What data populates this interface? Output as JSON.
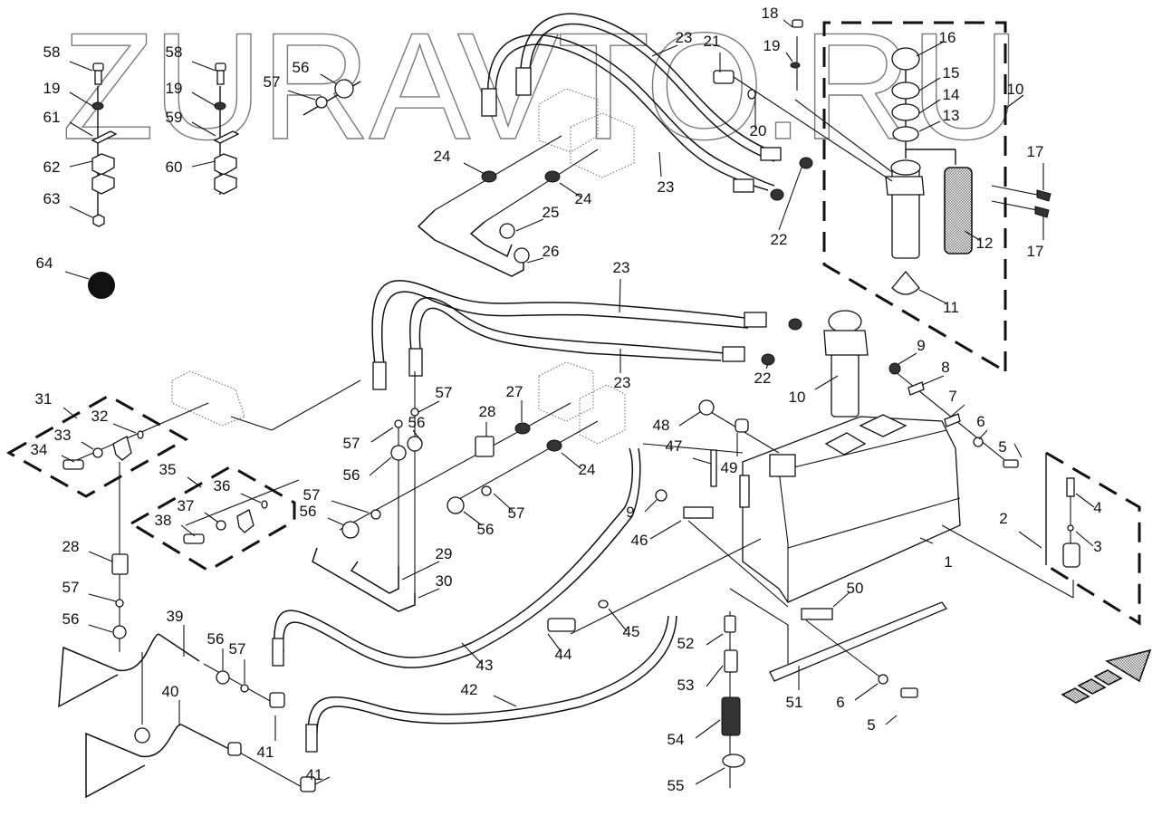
{
  "diagram": {
    "title": "Hydraulic system exploded parts diagram",
    "watermark": "ZURAVTO.RU",
    "direction_arrow": "forward-direction-arrow",
    "callouts": [
      {
        "id": "c1",
        "label": "1",
        "part": "hydraulic-tank"
      },
      {
        "id": "c2",
        "label": "2",
        "part": "drain-plug-kit"
      },
      {
        "id": "c3",
        "label": "3",
        "part": "washer"
      },
      {
        "id": "c4",
        "label": "4",
        "part": "screw"
      },
      {
        "id": "c5a",
        "label": "5",
        "part": "bolt"
      },
      {
        "id": "c5b",
        "label": "5",
        "part": "bolt"
      },
      {
        "id": "c6a",
        "label": "6",
        "part": "washer"
      },
      {
        "id": "c6b",
        "label": "6",
        "part": "washer"
      },
      {
        "id": "c7",
        "label": "7",
        "part": "plate"
      },
      {
        "id": "c8",
        "label": "8",
        "part": "plate"
      },
      {
        "id": "c9a",
        "label": "9",
        "part": "nut"
      },
      {
        "id": "c9b",
        "label": "9",
        "part": "nut"
      },
      {
        "id": "c10a",
        "label": "10",
        "part": "return-filter-assembly"
      },
      {
        "id": "c10b",
        "label": "10",
        "part": "return-filter"
      },
      {
        "id": "c11",
        "label": "11",
        "part": "gasket"
      },
      {
        "id": "c12",
        "label": "12",
        "part": "filter-element"
      },
      {
        "id": "c13",
        "label": "13",
        "part": "o-ring"
      },
      {
        "id": "c14",
        "label": "14",
        "part": "valve"
      },
      {
        "id": "c15",
        "label": "15",
        "part": "o-ring"
      },
      {
        "id": "c16",
        "label": "16",
        "part": "filter-cap"
      },
      {
        "id": "c17a",
        "label": "17",
        "part": "fitting"
      },
      {
        "id": "c17b",
        "label": "17",
        "part": "fitting"
      },
      {
        "id": "c18",
        "label": "18",
        "part": "bolt"
      },
      {
        "id": "c19a",
        "label": "19",
        "part": "washer"
      },
      {
        "id": "c19b",
        "label": "19",
        "part": "washer"
      },
      {
        "id": "c19c",
        "label": "19",
        "part": "washer"
      },
      {
        "id": "c20",
        "label": "20",
        "part": "o-ring"
      },
      {
        "id": "c21",
        "label": "21",
        "part": "sensor"
      },
      {
        "id": "c22a",
        "label": "22",
        "part": "adapter"
      },
      {
        "id": "c22b",
        "label": "22",
        "part": "adapter"
      },
      {
        "id": "c23a",
        "label": "23",
        "part": "hose"
      },
      {
        "id": "c23b",
        "label": "23",
        "part": "hose"
      },
      {
        "id": "c23c",
        "label": "23",
        "part": "hose"
      },
      {
        "id": "c23d",
        "label": "23",
        "part": "hose"
      },
      {
        "id": "c24a",
        "label": "24",
        "part": "adapter"
      },
      {
        "id": "c24b",
        "label": "24",
        "part": "adapter"
      },
      {
        "id": "c24c",
        "label": "24",
        "part": "adapter"
      },
      {
        "id": "c25",
        "label": "25",
        "part": "tube"
      },
      {
        "id": "c26",
        "label": "26",
        "part": "tube"
      },
      {
        "id": "c27",
        "label": "27",
        "part": "adapter"
      },
      {
        "id": "c28a",
        "label": "28",
        "part": "reducer"
      },
      {
        "id": "c28b",
        "label": "28",
        "part": "reducer"
      },
      {
        "id": "c29",
        "label": "29",
        "part": "tube"
      },
      {
        "id": "c30",
        "label": "30",
        "part": "tube"
      },
      {
        "id": "c31",
        "label": "31",
        "part": "flange-kit"
      },
      {
        "id": "c32",
        "label": "32",
        "part": "o-ring"
      },
      {
        "id": "c33",
        "label": "33",
        "part": "washer"
      },
      {
        "id": "c34",
        "label": "34",
        "part": "cap-screw"
      },
      {
        "id": "c35",
        "label": "35",
        "part": "flange-kit"
      },
      {
        "id": "c36",
        "label": "36",
        "part": "o-ring"
      },
      {
        "id": "c37",
        "label": "37",
        "part": "washer"
      },
      {
        "id": "c38",
        "label": "38",
        "part": "cap-screw"
      },
      {
        "id": "c39",
        "label": "39",
        "part": "tube"
      },
      {
        "id": "c40",
        "label": "40",
        "part": "tube"
      },
      {
        "id": "c41a",
        "label": "41",
        "part": "elbow"
      },
      {
        "id": "c41b",
        "label": "41",
        "part": "elbow"
      },
      {
        "id": "c42",
        "label": "42",
        "part": "hose"
      },
      {
        "id": "c43",
        "label": "43",
        "part": "hose"
      },
      {
        "id": "c44",
        "label": "44",
        "part": "fitting"
      },
      {
        "id": "c45",
        "label": "45",
        "part": "o-ring"
      },
      {
        "id": "c46",
        "label": "46",
        "part": "plate"
      },
      {
        "id": "c47",
        "label": "47",
        "part": "sight-gauge"
      },
      {
        "id": "c48",
        "label": "48",
        "part": "plug"
      },
      {
        "id": "c49",
        "label": "49",
        "part": "spacer"
      },
      {
        "id": "c50",
        "label": "50",
        "part": "plate"
      },
      {
        "id": "c51",
        "label": "51",
        "part": "strip"
      },
      {
        "id": "c52",
        "label": "52",
        "part": "adapter"
      },
      {
        "id": "c53",
        "label": "53",
        "part": "nut"
      },
      {
        "id": "c54",
        "label": "54",
        "part": "coupling"
      },
      {
        "id": "c55",
        "label": "55",
        "part": "hose-clamp"
      },
      {
        "id": "c56a",
        "label": "56",
        "part": "nut"
      },
      {
        "id": "c56b",
        "label": "56",
        "part": "nut"
      },
      {
        "id": "c56c",
        "label": "56",
        "part": "nut"
      },
      {
        "id": "c56d",
        "label": "56",
        "part": "nut"
      },
      {
        "id": "c56e",
        "label": "56",
        "part": "nut"
      },
      {
        "id": "c56f",
        "label": "56",
        "part": "nut"
      },
      {
        "id": "c56g",
        "label": "56",
        "part": "nut"
      },
      {
        "id": "c57a",
        "label": "57",
        "part": "sleeve"
      },
      {
        "id": "c57b",
        "label": "57",
        "part": "sleeve"
      },
      {
        "id": "c57c",
        "label": "57",
        "part": "sleeve"
      },
      {
        "id": "c57d",
        "label": "57",
        "part": "sleeve"
      },
      {
        "id": "c57e",
        "label": "57",
        "part": "sleeve"
      },
      {
        "id": "c57f",
        "label": "57",
        "part": "sleeve"
      },
      {
        "id": "c57g",
        "label": "57",
        "part": "sleeve"
      },
      {
        "id": "c58a",
        "label": "58",
        "part": "bolt"
      },
      {
        "id": "c58b",
        "label": "58",
        "part": "bolt"
      },
      {
        "id": "c59",
        "label": "59",
        "part": "plate"
      },
      {
        "id": "c60",
        "label": "60",
        "part": "clamp"
      },
      {
        "id": "c61",
        "label": "61",
        "part": "plate"
      },
      {
        "id": "c62",
        "label": "62",
        "part": "clamp"
      },
      {
        "id": "c63",
        "label": "63",
        "part": "nut"
      },
      {
        "id": "c64",
        "label": "64",
        "part": "sealant"
      }
    ]
  }
}
